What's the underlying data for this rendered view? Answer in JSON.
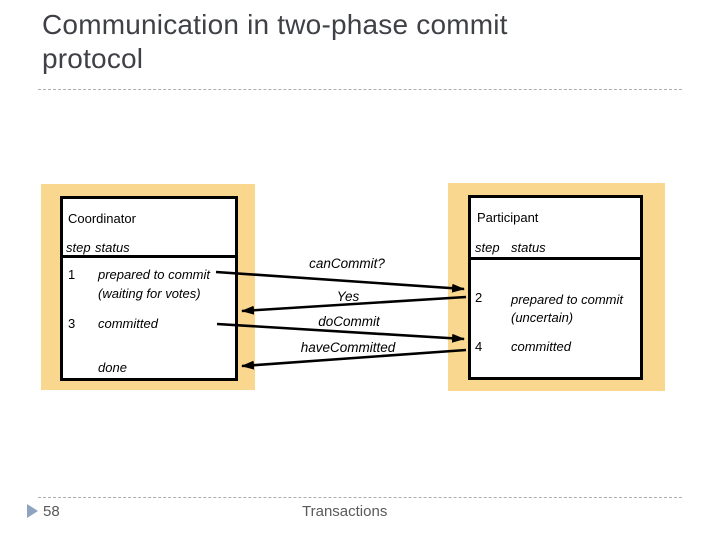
{
  "title": {
    "line1": "Communication in two-phase commit",
    "line2": "protocol"
  },
  "coordinator": {
    "title": "Coordinator",
    "columns": {
      "step": "step",
      "status": "status"
    },
    "rows": [
      {
        "step": "1",
        "status": "prepared to commit",
        "note": "(waiting for votes)"
      },
      {
        "step": "3",
        "status": "committed"
      },
      {
        "step": "",
        "status": "done"
      }
    ]
  },
  "participant": {
    "title": "Participant",
    "columns": {
      "step": "step",
      "status": "status"
    },
    "rows": [
      {
        "step": "2",
        "status": "prepared to commit",
        "note": "(uncertain)"
      },
      {
        "step": "4",
        "status": "committed"
      }
    ]
  },
  "messages": [
    {
      "label": "canCommit?",
      "from": "coordinator",
      "to": "participant"
    },
    {
      "label": "Yes",
      "from": "participant",
      "to": "coordinator"
    },
    {
      "label": "doCommit",
      "from": "coordinator",
      "to": "participant"
    },
    {
      "label": "haveCommitted",
      "from": "participant",
      "to": "coordinator"
    }
  ],
  "footer": {
    "page_number": "58",
    "section_title": "Transactions"
  },
  "colors": {
    "highlight": "#fad78f",
    "title_text": "#3f4146",
    "footer_text": "#5a5a5a",
    "page_marker": "#8da3bf",
    "arrow": "#000000"
  }
}
